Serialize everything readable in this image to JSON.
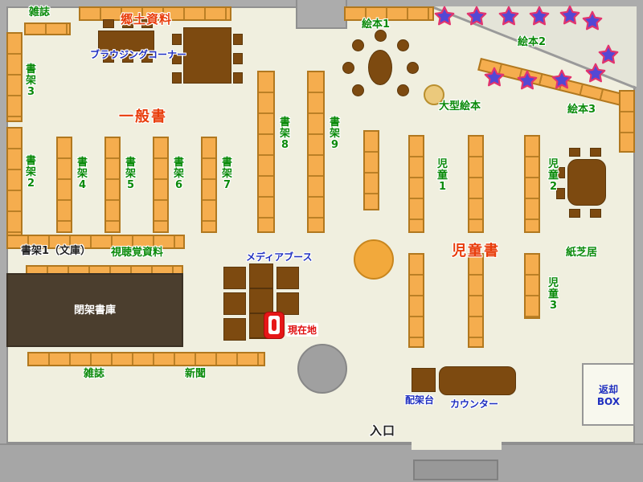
{
  "labels": {
    "magazines_top": "雑誌",
    "local_materials": "郷土資料",
    "browsing_corner": "ブラウジングコーナー",
    "shelf_3": "書架3",
    "shelf_2": "書架2",
    "general_books": "一般書",
    "shelf_4": "書架4",
    "shelf_5": "書架5",
    "shelf_6": "書架6",
    "shelf_7": "書架7",
    "shelf_8": "書架8",
    "shelf_9": "書架9",
    "picture_books_1": "絵本1",
    "picture_books_2": "絵本2",
    "picture_books_3": "絵本3",
    "large_picture_books": "大型絵本",
    "children_1": "児童1",
    "children_2": "児童2",
    "children_3": "児童3",
    "children_books": "児童書",
    "kamishibai": "紙芝居",
    "shelf_1_bunko": "書架1（文庫）",
    "audiovisual": "視聴覚資料",
    "media_booth": "メディアブース",
    "closed_stacks": "閉架書庫",
    "current_location": "現在地",
    "magazines_bottom": "雑誌",
    "newspaper": "新聞",
    "sorting_table": "配架台",
    "counter": "カウンター",
    "entrance": "入口",
    "return_box_line1": "返却",
    "return_box_line2": "BOX"
  },
  "colors": {
    "floor": "#f0efdf",
    "wall_gray": "#acacac",
    "shelf_orange": "#f5ad4e",
    "furniture_brown": "#7d4a10",
    "closed_stacks_brown": "#4b3e2e",
    "label_green": "#0a8a0a",
    "label_red": "#e83c0a",
    "label_blue": "#2030c0",
    "marker_red": "#e61717",
    "star_fill": "#5348d4",
    "star_stroke": "#e2346e"
  },
  "icons": {
    "star": "★",
    "star_count": 11
  }
}
